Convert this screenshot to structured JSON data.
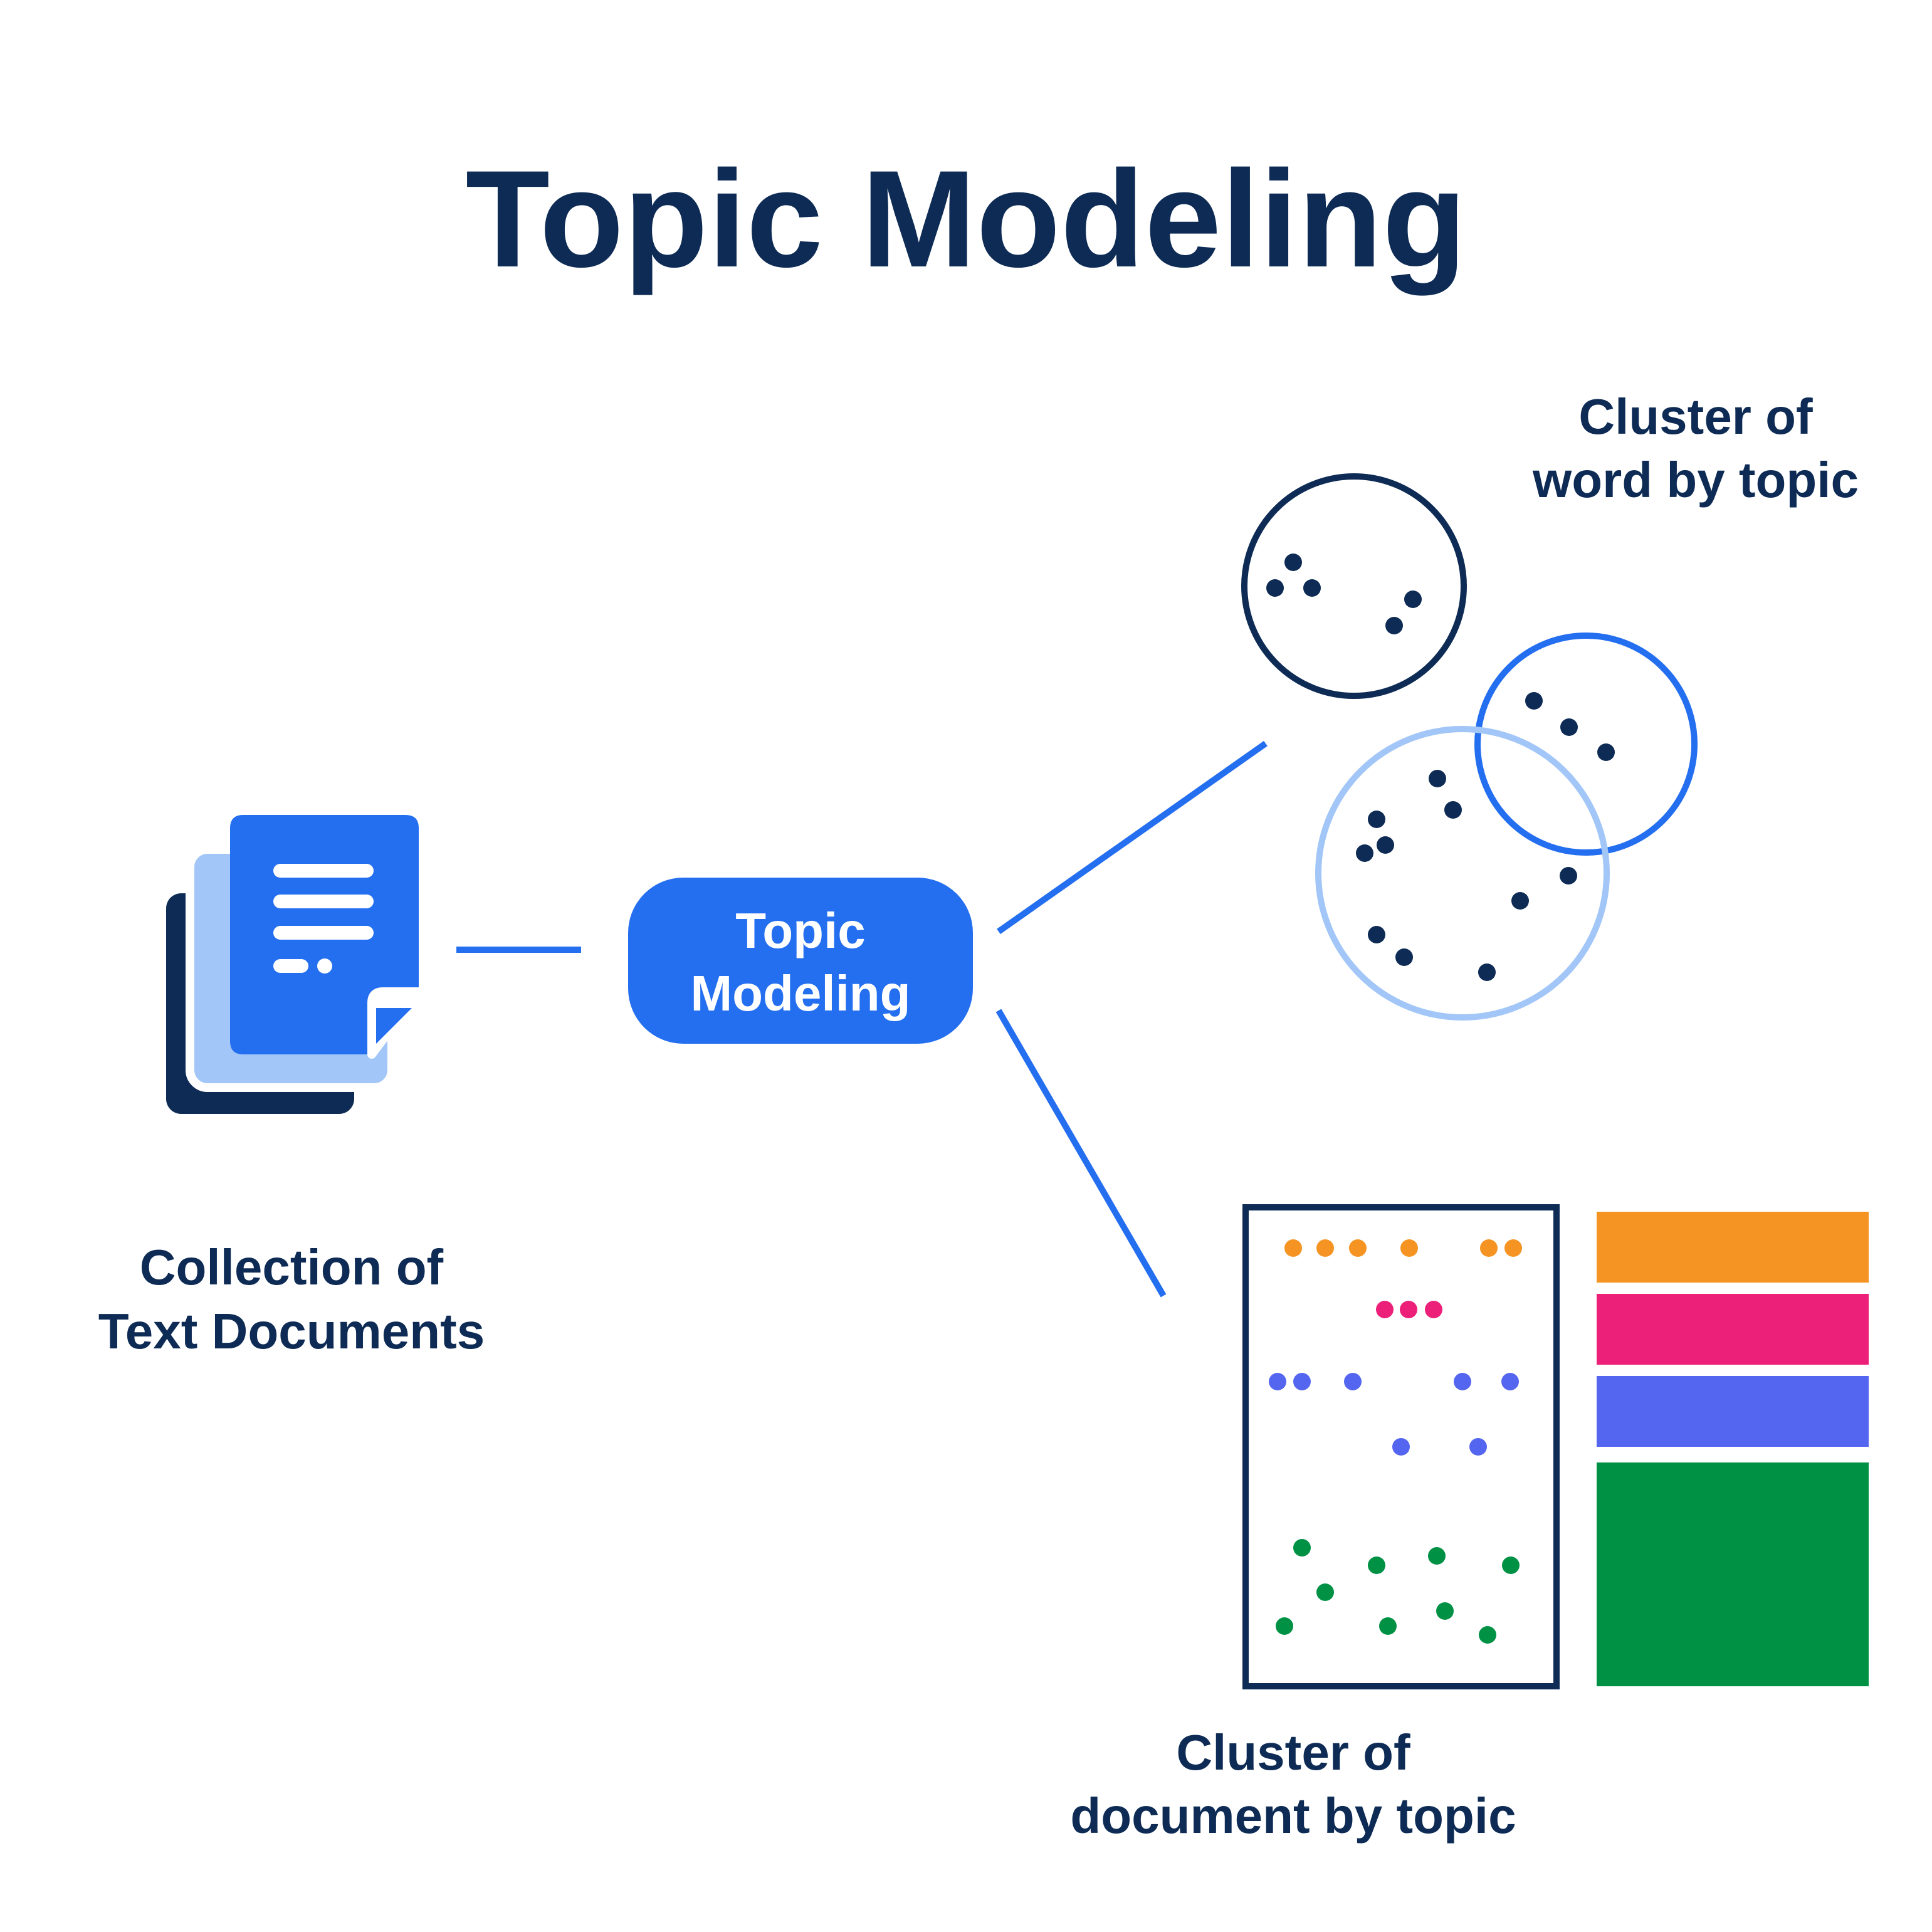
{
  "title": "Topic Modeling",
  "colors": {
    "navy": "#0d2b54",
    "blue": "#246ef0",
    "light_blue": "#a1c6f7",
    "orange": "#f59422",
    "pink": "#ec1f79",
    "purple": "#5466f0",
    "green": "#009145",
    "white": "#ffffff"
  },
  "source": {
    "icon": "document-stack-icon",
    "label_line1": "Collection of",
    "label_line2": "Text Documents"
  },
  "process": {
    "label_line1": "Topic",
    "label_line2": "Modeling"
  },
  "word_clusters": {
    "label_line1": "Cluster of",
    "label_line2": "word by topic"
  },
  "document_clusters": {
    "label_line1": "Cluster of",
    "label_line2": "document by topic",
    "topic_colors": [
      "orange",
      "pink",
      "purple",
      "green"
    ]
  }
}
